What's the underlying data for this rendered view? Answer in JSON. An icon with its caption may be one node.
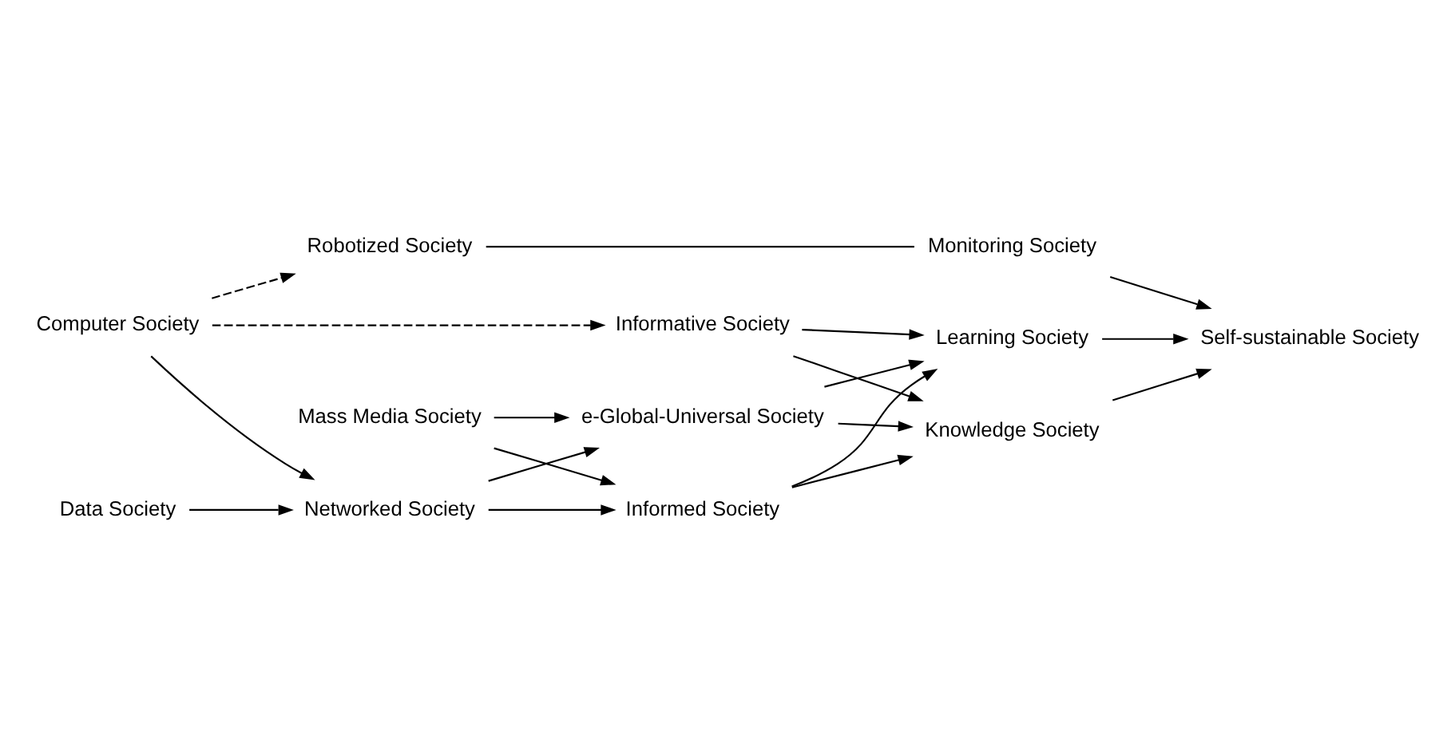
{
  "diagram": {
    "nodes": [
      {
        "text": [
          "Data Society"
        ]
      },
      {
        "text": [
          "Computer Society"
        ]
      },
      {
        "text": [
          "Mass Media Society"
        ]
      },
      {
        "text": [
          "Networked Society"
        ]
      },
      {
        "text": [
          "Informed Society"
        ]
      },
      {
        "text": [
          "e-Global-Universal Society"
        ]
      },
      {
        "text": [
          "Informative Society"
        ]
      },
      {
        "text": [
          "Robotized Society"
        ]
      },
      {
        "text": [
          "Knowledge Society"
        ]
      },
      {
        "text": [
          "Learning Society"
        ]
      },
      {
        "text": [
          "Monitoring Society"
        ]
      },
      {
        "text": [
          "Self-sustainable Society"
        ]
      }
    ],
    "edges": [
      {
        "from": 0,
        "to": 3,
        "arrow": "to"
      },
      {
        "from": 1,
        "to": 3,
        "arrow": "to"
      },
      {
        "from": 3,
        "to": 4,
        "arrow": "to"
      },
      {
        "from": 3,
        "to": 5,
        "arrow": "to"
      },
      {
        "from": 2,
        "to": 4,
        "arrow": "to"
      },
      {
        "from": 2,
        "to": 5,
        "arrow": "to"
      },
      {
        "from": 1,
        "to": 6,
        "arrow": "to",
        "style": "dashed"
      },
      {
        "from": 1,
        "to": 7,
        "arrow": "to",
        "style": "dashed"
      },
      {
        "from": 4,
        "to": 8,
        "arrow": "to"
      },
      {
        "from": 4,
        "to": 9,
        "arrow": "to"
      },
      {
        "from": 5,
        "to": 8,
        "arrow": "to"
      },
      {
        "from": 5,
        "to": 9,
        "arrow": "to"
      },
      {
        "from": 6,
        "to": 8,
        "arrow": "to"
      },
      {
        "from": 6,
        "to": 9,
        "arrow": "to"
      },
      {
        "from": 7,
        "to": 10,
        "arrow": "none"
      },
      {
        "from": 8,
        "to": 11,
        "arrow": "to"
      },
      {
        "from": 9,
        "to": 11,
        "arrow": "to"
      },
      {
        "from": 10,
        "to": 11,
        "arrow": "to"
      }
    ]
  }
}
